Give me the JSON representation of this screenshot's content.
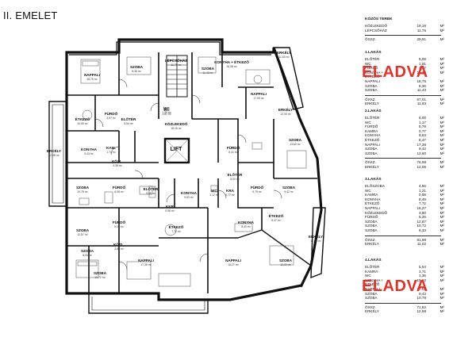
{
  "title": "II. EMELET",
  "stamps": {
    "top": "ELADVA",
    "bottom": "ELADVA"
  },
  "schedule": [
    {
      "title": "KÖZÖS TEREK",
      "rows": [
        [
          "KÖZLEKEDŐ",
          "18,16",
          "M²"
        ],
        [
          "LÉPCSŐHÁZ",
          "11,75",
          "M²"
        ]
      ],
      "sum": [
        "ÖSSZ.",
        "29,91",
        "M²"
      ]
    },
    {
      "title": "1.LAKÁS",
      "rows": [
        [
          "ELŐTÉR",
          "5,08",
          "M²"
        ],
        [
          "WC",
          "1,81",
          "M²"
        ],
        [
          "FÜRDŐ",
          "4,97",
          "M²"
        ],
        [
          "KONYHA + ÉTKEZŐ",
          "16,38",
          "M²"
        ],
        [
          "NAPPALI",
          "18,75",
          "M²"
        ],
        [
          "SZOBA",
          "8,36",
          "M²"
        ],
        [
          "SZOBA",
          "11,43",
          "M²"
        ]
      ],
      "sum": [
        "ÖSSZ.",
        "57,01",
        "M²"
      ],
      "extra": [
        "ERKÉLY",
        "11,83",
        "M²"
      ]
    },
    {
      "title": "2.LAKÁS",
      "rows": [
        [
          "ELŐTÉR",
          "8,00",
          "M²"
        ],
        [
          "WC",
          "1,17",
          "M²"
        ],
        [
          "FÜRDŐ",
          "5,79",
          "M²"
        ],
        [
          "KAMRA",
          "0,77",
          "M²"
        ],
        [
          "KONYHA",
          "9,63",
          "M²"
        ],
        [
          "ÉTKEZŐ",
          "8,47",
          "M²"
        ],
        [
          "NAPPALI",
          "17,38",
          "M²"
        ],
        [
          "SZOBA",
          "9,42",
          "M²"
        ],
        [
          "SZOBA",
          "13,60",
          "M²"
        ]
      ],
      "sum": [
        "ÖSSZ.",
        "76,98",
        "M²"
      ],
      "extra": [
        "ERKÉLY",
        "12,05",
        "M²"
      ]
    },
    {
      "title": "3.LAKÁS",
      "rows": [
        [
          "ELŐSZOBA",
          "4,56",
          "M²"
        ],
        [
          "WC",
          "1,21",
          "M²"
        ],
        [
          "KAMRA",
          "0,98",
          "M²"
        ],
        [
          "KONYHA",
          "8,49",
          "M²"
        ],
        [
          "ÉTKEZŐ",
          "7,72",
          "M²"
        ],
        [
          "NAPPALI",
          "16,27",
          "M²"
        ],
        [
          "KÖZLEKEDŐ",
          "3,80",
          "M²"
        ],
        [
          "FÜRDŐ",
          "5,26",
          "M²"
        ],
        [
          "SZOBA",
          "12,87",
          "M²"
        ],
        [
          "SZOBA",
          "10,72",
          "M²"
        ],
        [
          "SZOBA",
          "8,33",
          "M²"
        ]
      ],
      "sum": [
        "ÖSSZ.",
        "81,98",
        "M²"
      ],
      "extra": [
        "ERKÉLY",
        "11,02",
        "M²"
      ]
    },
    {
      "title": "4.LAKÁS",
      "rows": [
        [
          "ELŐTÉR",
          "5,54",
          "M²"
        ],
        [
          "KAMRA",
          "1,71",
          "M²"
        ],
        [
          "WC",
          "1,35",
          "M²"
        ],
        [
          "KONYHA + ÉTKEZŐ",
          "15,62",
          "M²"
        ],
        [
          "NAPPALI",
          "17,05",
          "M²"
        ],
        [
          "SZOBA",
          "9,43",
          "M²"
        ],
        [
          "SZOBA",
          "10,78",
          "M²"
        ]
      ],
      "sum": [
        "ÖSSZ.",
        "71,82",
        "M²"
      ],
      "extra": [
        "ERKÉLY",
        "12,58",
        "M²"
      ]
    }
  ],
  "rooms": [
    {
      "id": "r01",
      "label": "SZOBA",
      "area": "8,36 m²"
    },
    {
      "id": "r02",
      "label": "LÉPCSŐHÁZ",
      "area": "11,75 m²"
    },
    {
      "id": "r03",
      "label": "SZOBA",
      "area": "11,43 m²"
    },
    {
      "id": "r04",
      "label": "KONYHA + ÉTKEZŐ",
      "area": "16,38 m²"
    },
    {
      "id": "r05",
      "label": "ERKÉLY",
      "area": "11,83 m²"
    },
    {
      "id": "r06",
      "label": "NAPPALI",
      "area": "17,05 m²"
    },
    {
      "id": "r07",
      "label": "NAPPALI",
      "area": "18,75 m²"
    },
    {
      "id": "r08",
      "label": "ÉTKEZŐ",
      "area": "10,50 m²"
    },
    {
      "id": "r09",
      "label": "ELŐTÉR",
      "area": "5,54 m²"
    },
    {
      "id": "r10",
      "label": "WC",
      "area": "1,35 m²"
    },
    {
      "id": "r11",
      "label": "KÖZLEKEDŐ",
      "area": "18,16 m²"
    },
    {
      "id": "r12",
      "label": "FÜRDŐ",
      "area": "4,97 m²"
    },
    {
      "id": "r13",
      "label": "WC",
      "area": "1,81 m²"
    },
    {
      "id": "r14",
      "label": "KONYHA",
      "area": "9,43 m²"
    },
    {
      "id": "r15",
      "label": "KAM.",
      "area": "1,71 m²"
    },
    {
      "id": "r16",
      "label": "LIFT",
      "area": ""
    },
    {
      "id": "r17",
      "label": "FÜRDŐ",
      "area": "6,41 m²"
    },
    {
      "id": "r18",
      "label": "SZOBA",
      "area": "13,60 m²"
    },
    {
      "id": "r19",
      "label": "ERKÉLY",
      "area": "12,58 m²"
    },
    {
      "id": "r20",
      "label": "KÖZL.",
      "area": "4,38 m²"
    },
    {
      "id": "r21",
      "label": "ELŐTÉR",
      "area": "5,08 m²"
    },
    {
      "id": "r22",
      "label": "SZOBA",
      "area": "10,78 m²"
    },
    {
      "id": "r23",
      "label": "FÜRDŐ",
      "area": "6,08 m²"
    },
    {
      "id": "r24",
      "label": "ELŐTÉR",
      "area": "8,00 m²"
    },
    {
      "id": "r25",
      "label": "KONYHA",
      "area": "9,63 m²"
    },
    {
      "id": "r26",
      "label": "WC",
      "area": "1,17 m²"
    },
    {
      "id": "r27",
      "label": "KRA",
      "area": "0,77 m²"
    },
    {
      "id": "r28",
      "label": "FÜRDŐ",
      "area": "5,79 m²"
    },
    {
      "id": "r29",
      "label": "SZOBA",
      "area": "9,42 m²"
    },
    {
      "id": "r30",
      "label": "SZOBA",
      "area": "12,87 m²"
    },
    {
      "id": "r31",
      "label": "KONYHA",
      "area": "8,49 m²"
    },
    {
      "id": "r32",
      "label": "FÜRDŐ",
      "area": "5,26 m²"
    },
    {
      "id": "r33",
      "label": "KKR",
      "area": "0,98 m²"
    },
    {
      "id": "r34",
      "label": "ÉTKEZŐ",
      "area": "7,72 m²"
    },
    {
      "id": "r35",
      "label": "ÉTKEZŐ",
      "area": "8,47 m²"
    },
    {
      "id": "r36",
      "label": "NAPPALI",
      "area": "17,38 m²"
    },
    {
      "id": "r37",
      "label": "SZOBA",
      "area": "10,72 m²"
    },
    {
      "id": "r38",
      "label": "KÖZL.",
      "area": "3,80 m²"
    },
    {
      "id": "r39",
      "label": "SZOBA",
      "area": "8,33 m²"
    },
    {
      "id": "r40",
      "label": "NAPPALI",
      "area": "16,27 m²"
    },
    {
      "id": "r41",
      "label": "SZOBA",
      "area": "12,00 m²"
    },
    {
      "id": "r42",
      "label": "ERKÉLY",
      "area": "12,05 m²"
    },
    {
      "id": "r43",
      "label": "ERKÉLY",
      "area": "11,02 m²"
    }
  ]
}
